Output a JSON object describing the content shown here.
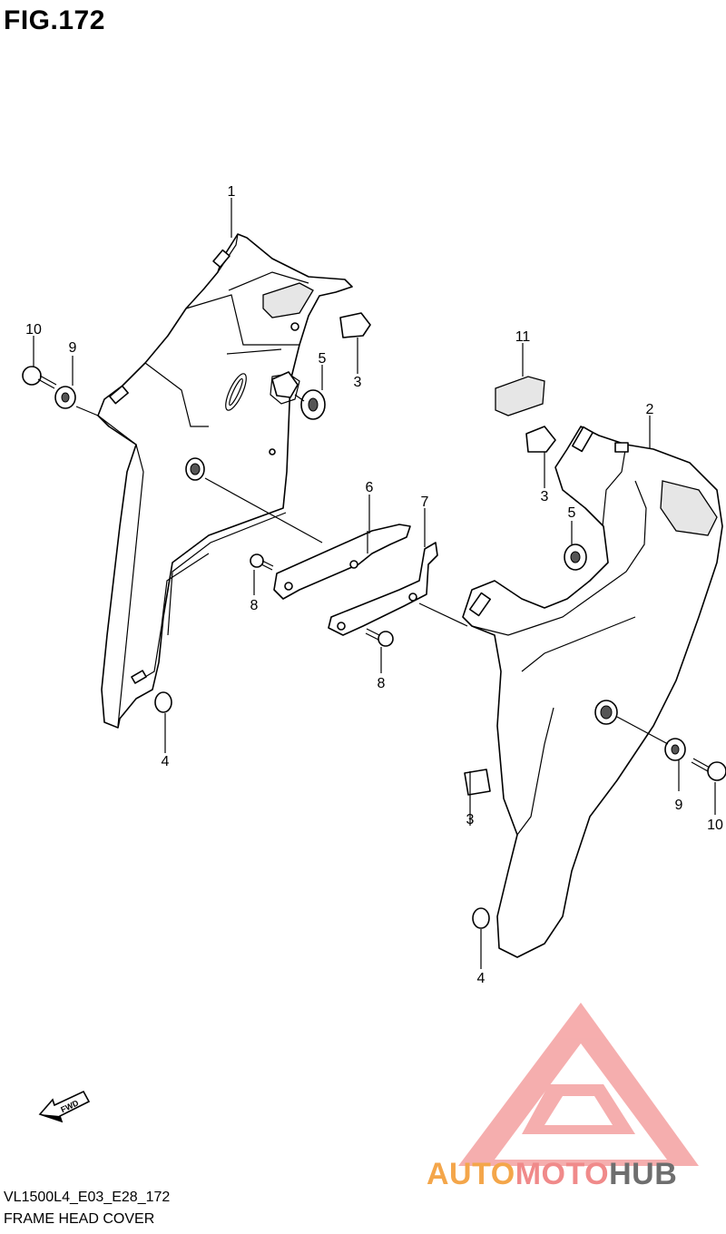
{
  "figure": {
    "title": "FIG.172"
  },
  "footer": {
    "code": "VL1500L4_E03_E28_172",
    "name": "FRAME HEAD COVER"
  },
  "fwd_label": "FWD",
  "watermark": {
    "part1": "AUTO",
    "part2": "MOTO",
    "part3": "HUB",
    "color_orange": "#f4a64a",
    "color_pink": "#f08a8a",
    "color_gray": "#6e6e6e"
  },
  "callouts": {
    "c1": "1",
    "c2": "2",
    "c3a": "3",
    "c3b": "3",
    "c3c": "3",
    "c4a": "4",
    "c4b": "4",
    "c5a": "5",
    "c5b": "5",
    "c6": "6",
    "c7": "7",
    "c8a": "8",
    "c8b": "8",
    "c9a": "9",
    "c9b": "9",
    "c10a": "10",
    "c10b": "10",
    "c11": "11"
  }
}
